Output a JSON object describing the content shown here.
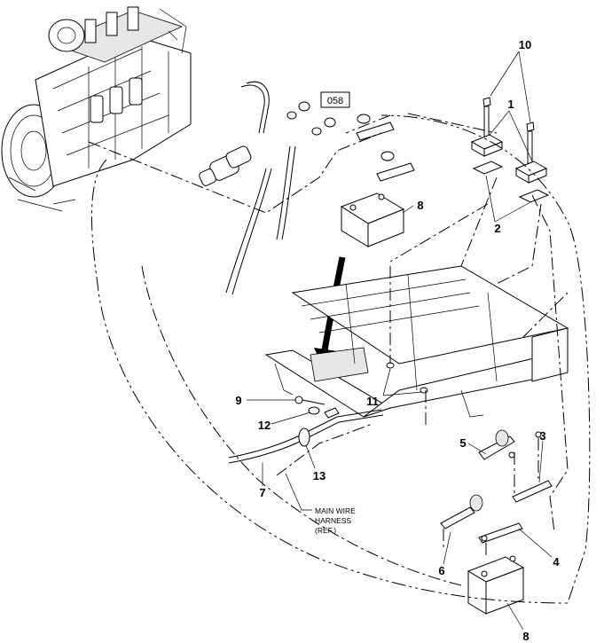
{
  "ref_box": "058",
  "callouts": {
    "c1": "1",
    "c2": "2",
    "c3": "3",
    "c4": "4",
    "c5": "5",
    "c6": "6",
    "c7": "7",
    "c8_top": "8",
    "c8_bottom": "8",
    "c9": "9",
    "c10": "10",
    "c11": "11",
    "c12": "12",
    "c13": "13"
  },
  "harness_note": [
    "MAIN WIRE",
    "HARNESS",
    "(REF.)"
  ]
}
